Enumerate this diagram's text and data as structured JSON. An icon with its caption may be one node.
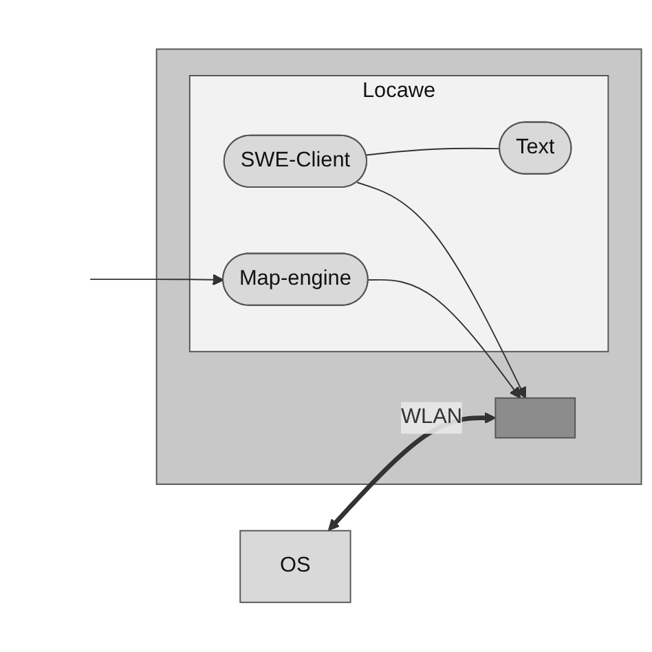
{
  "diagram": {
    "nodes": [
      {
        "text": [
          "OS"
        ]
      },
      {
        "text": [],
        "shape": "box"
      },
      {
        "text": [
          "Locawe"
        ],
        "in": 1
      },
      {
        "text": [],
        "shape": "box",
        "in": 1
      },
      {
        "text": [
          "Map-engine"
        ],
        "in": 2
      },
      {
        "text": [
          "SWE-Client"
        ],
        "in": 2
      },
      {
        "text": [
          "Text"
        ],
        "in": 2
      }
    ],
    "edges": [
      {
        "from": 0,
        "to": 3,
        "arrow": "both",
        "label": "WLAN",
        "style": "thick"
      },
      {
        "from": 4,
        "to": 3,
        "arrow": "to"
      },
      {
        "from": 5,
        "to": 3,
        "arrow": "to"
      },
      {
        "from": null,
        "to": 4,
        "arrow": "to"
      },
      {
        "from": 5,
        "to": 6,
        "arrow": "none"
      }
    ]
  }
}
